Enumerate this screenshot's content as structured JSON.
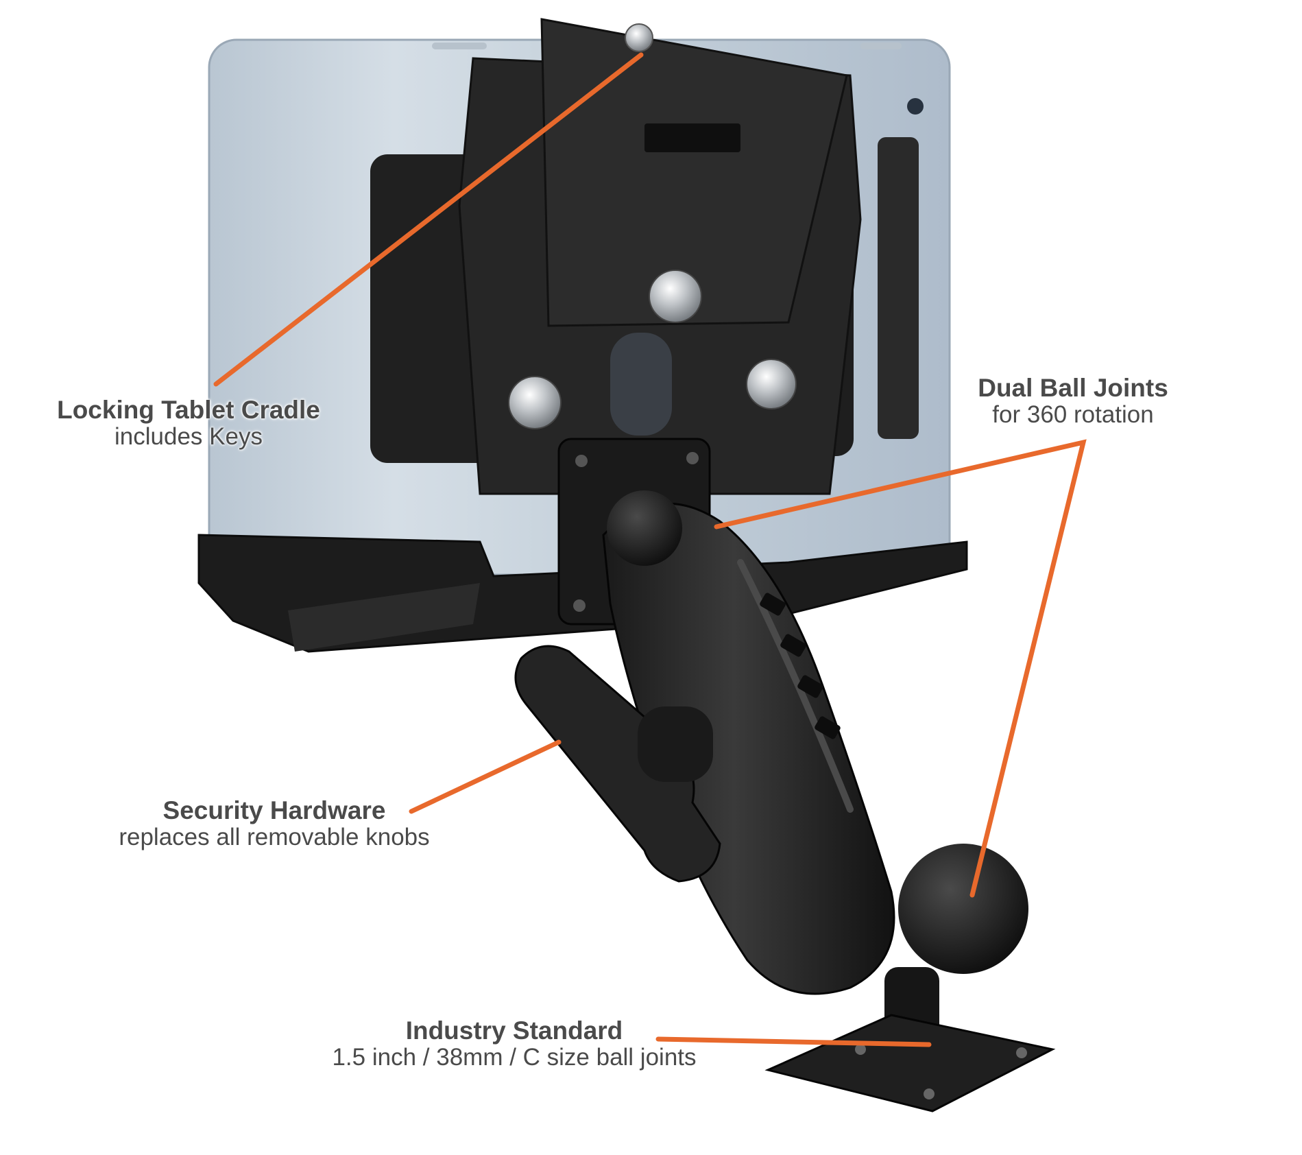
{
  "accent_color": "#e8692c",
  "callouts": {
    "cradle": {
      "title": "Locking Tablet Cradle",
      "subtitle": "includes Keys"
    },
    "joints": {
      "title": "Dual Ball Joints",
      "subtitle": "for 360 rotation"
    },
    "security": {
      "title": "Security Hardware",
      "subtitle": "replaces all removable knobs"
    },
    "standard": {
      "title": "Industry Standard",
      "subtitle": "1.5 inch / 38mm / C size ball joints"
    }
  }
}
